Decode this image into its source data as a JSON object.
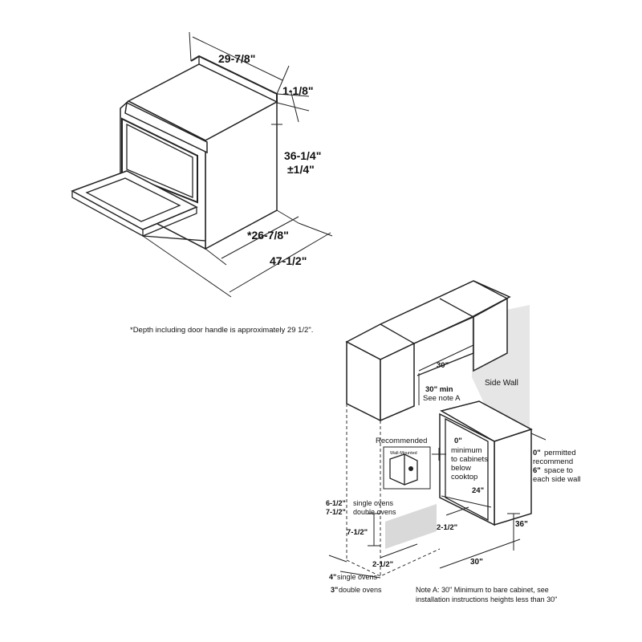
{
  "range": {
    "width": "29-7/8\"",
    "trim": "1-1/8\"",
    "height": "36-1/4\"",
    "height_tol": "±1/4\"",
    "depth": "*26-7/8\"",
    "depth_open": "47-1/2\"",
    "footnote": "*Depth including door handle is approximately 29 1/2\"."
  },
  "install": {
    "hood_width": "30\"",
    "clearance_top": "30\" min",
    "clearance_note": "See note A",
    "side_wall": "Side Wall",
    "recommended": "Recommended",
    "wall_mounted": "Wall-Mounted",
    "zero_label": "0\"",
    "zero_text_1": "minimum",
    "zero_text_2": "to cabinets",
    "zero_text_3": "below",
    "zero_text_4": "cooktop",
    "side_zero": "0\"",
    "side_permitted": "permitted",
    "side_recommend": "recommend",
    "side_six": "6\"",
    "side_space": "space to",
    "side_each": "each side wall",
    "counter_depth": "24\"",
    "single_gap": "6-1/2\"",
    "single_gap_label": "single ovens",
    "double_gap": "7-1/2\"",
    "double_gap_label": "double ovens",
    "bracket_h": "7-1/2\"",
    "bracket_w": "2-1/2\"",
    "bracket_side": "2-1/2\"",
    "counter_height": "36\"",
    "cutout_width": "30\"",
    "single_off": "4\"",
    "single_off_label": "single ovens",
    "double_off": "3\"",
    "double_off_label": "double ovens",
    "note_a_1": "Note A: 30\" Minimum to bare cabinet, see",
    "note_a_2": "installation instructions heights less than 30\""
  }
}
